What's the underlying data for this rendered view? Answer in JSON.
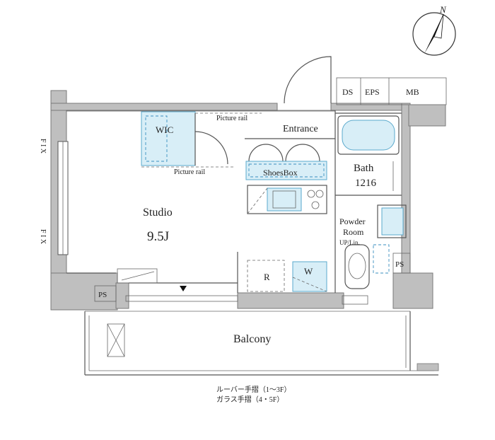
{
  "north": "N",
  "rooms": {
    "wic": "WIC",
    "picture_rail_top": "Picture rail",
    "picture_rail_bottom": "Picture rail",
    "entrance": "Entrance",
    "shoes_box": "ShoesBox",
    "bath": "Bath",
    "bath_size": "1216",
    "studio": "Studio",
    "studio_size": "9.5J",
    "powder_room_1": "Powder",
    "powder_room_2": "Room",
    "up_lin": "UP/Lin.",
    "refrigerator": "R",
    "washer": "W",
    "ps_right": "PS",
    "ps_left": "PS",
    "ds": "DS",
    "eps": "EPS",
    "mb": "MB",
    "balcony": "Balcony",
    "fix_top": "F I X",
    "fix_bottom": "F I X"
  },
  "notes": {
    "line1": "ルーバー手摺（1～3F）",
    "line2": "ガラス手摺（4・5F）"
  }
}
